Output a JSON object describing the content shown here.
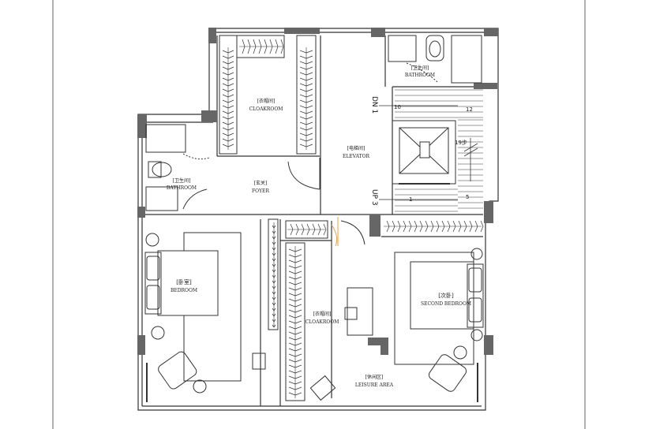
{
  "rooms": {
    "cloakroom_top": {
      "cn": "[衣帽间]",
      "en": "CLOAKROOM"
    },
    "bathroom_top": {
      "cn": "[卫生间]",
      "en": "BATHROOM"
    },
    "elevator": {
      "cn": "[电梯间]",
      "en": "ELEVATOR"
    },
    "bathroom_left": {
      "cn": "[卫生间]",
      "en": "BATHROOM"
    },
    "foyer": {
      "cn": "[玄关]",
      "en": "FOYER"
    },
    "bedroom": {
      "cn": "[卧室]",
      "en": "BEDROOM"
    },
    "cloakroom_mid": {
      "cn": "[衣帽间]",
      "en": "CLOAKROOM"
    },
    "second_bedroom": {
      "cn": "[次卧]",
      "en": "SECOND BEDROOM"
    },
    "leisure": {
      "cn": "[休闲区]",
      "en": "LEISURE AREA"
    }
  },
  "stairs": {
    "dn": "DN 1",
    "up": "UP 3",
    "n10": "10",
    "n12": "12",
    "n19": "19步",
    "n1": "1",
    "n5": "5"
  },
  "colors": {
    "line": "#333333",
    "wall": "#555555",
    "accent": "#e8a040"
  }
}
